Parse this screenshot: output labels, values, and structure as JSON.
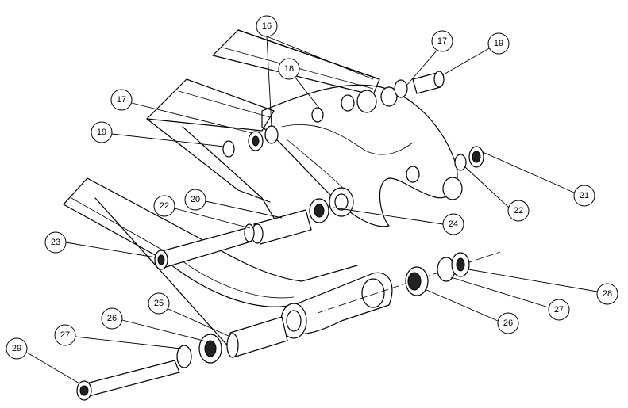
{
  "diagram": {
    "title": "Swingarm exploded assembly",
    "callouts": [
      {
        "id": "c16",
        "label": "16"
      },
      {
        "id": "c17a",
        "label": "17"
      },
      {
        "id": "c19a",
        "label": "19"
      },
      {
        "id": "c18",
        "label": "18"
      },
      {
        "id": "c17b",
        "label": "17"
      },
      {
        "id": "c19b",
        "label": "19"
      },
      {
        "id": "c20",
        "label": "20"
      },
      {
        "id": "c22a",
        "label": "22"
      },
      {
        "id": "c23",
        "label": "23"
      },
      {
        "id": "c21",
        "label": "21"
      },
      {
        "id": "c22b",
        "label": "22"
      },
      {
        "id": "c24",
        "label": "24"
      },
      {
        "id": "c25",
        "label": "25"
      },
      {
        "id": "c26a",
        "label": "26"
      },
      {
        "id": "c27a",
        "label": "27"
      },
      {
        "id": "c29",
        "label": "29"
      },
      {
        "id": "c28",
        "label": "28"
      },
      {
        "id": "c27b",
        "label": "27"
      },
      {
        "id": "c26b",
        "label": "26"
      }
    ]
  }
}
